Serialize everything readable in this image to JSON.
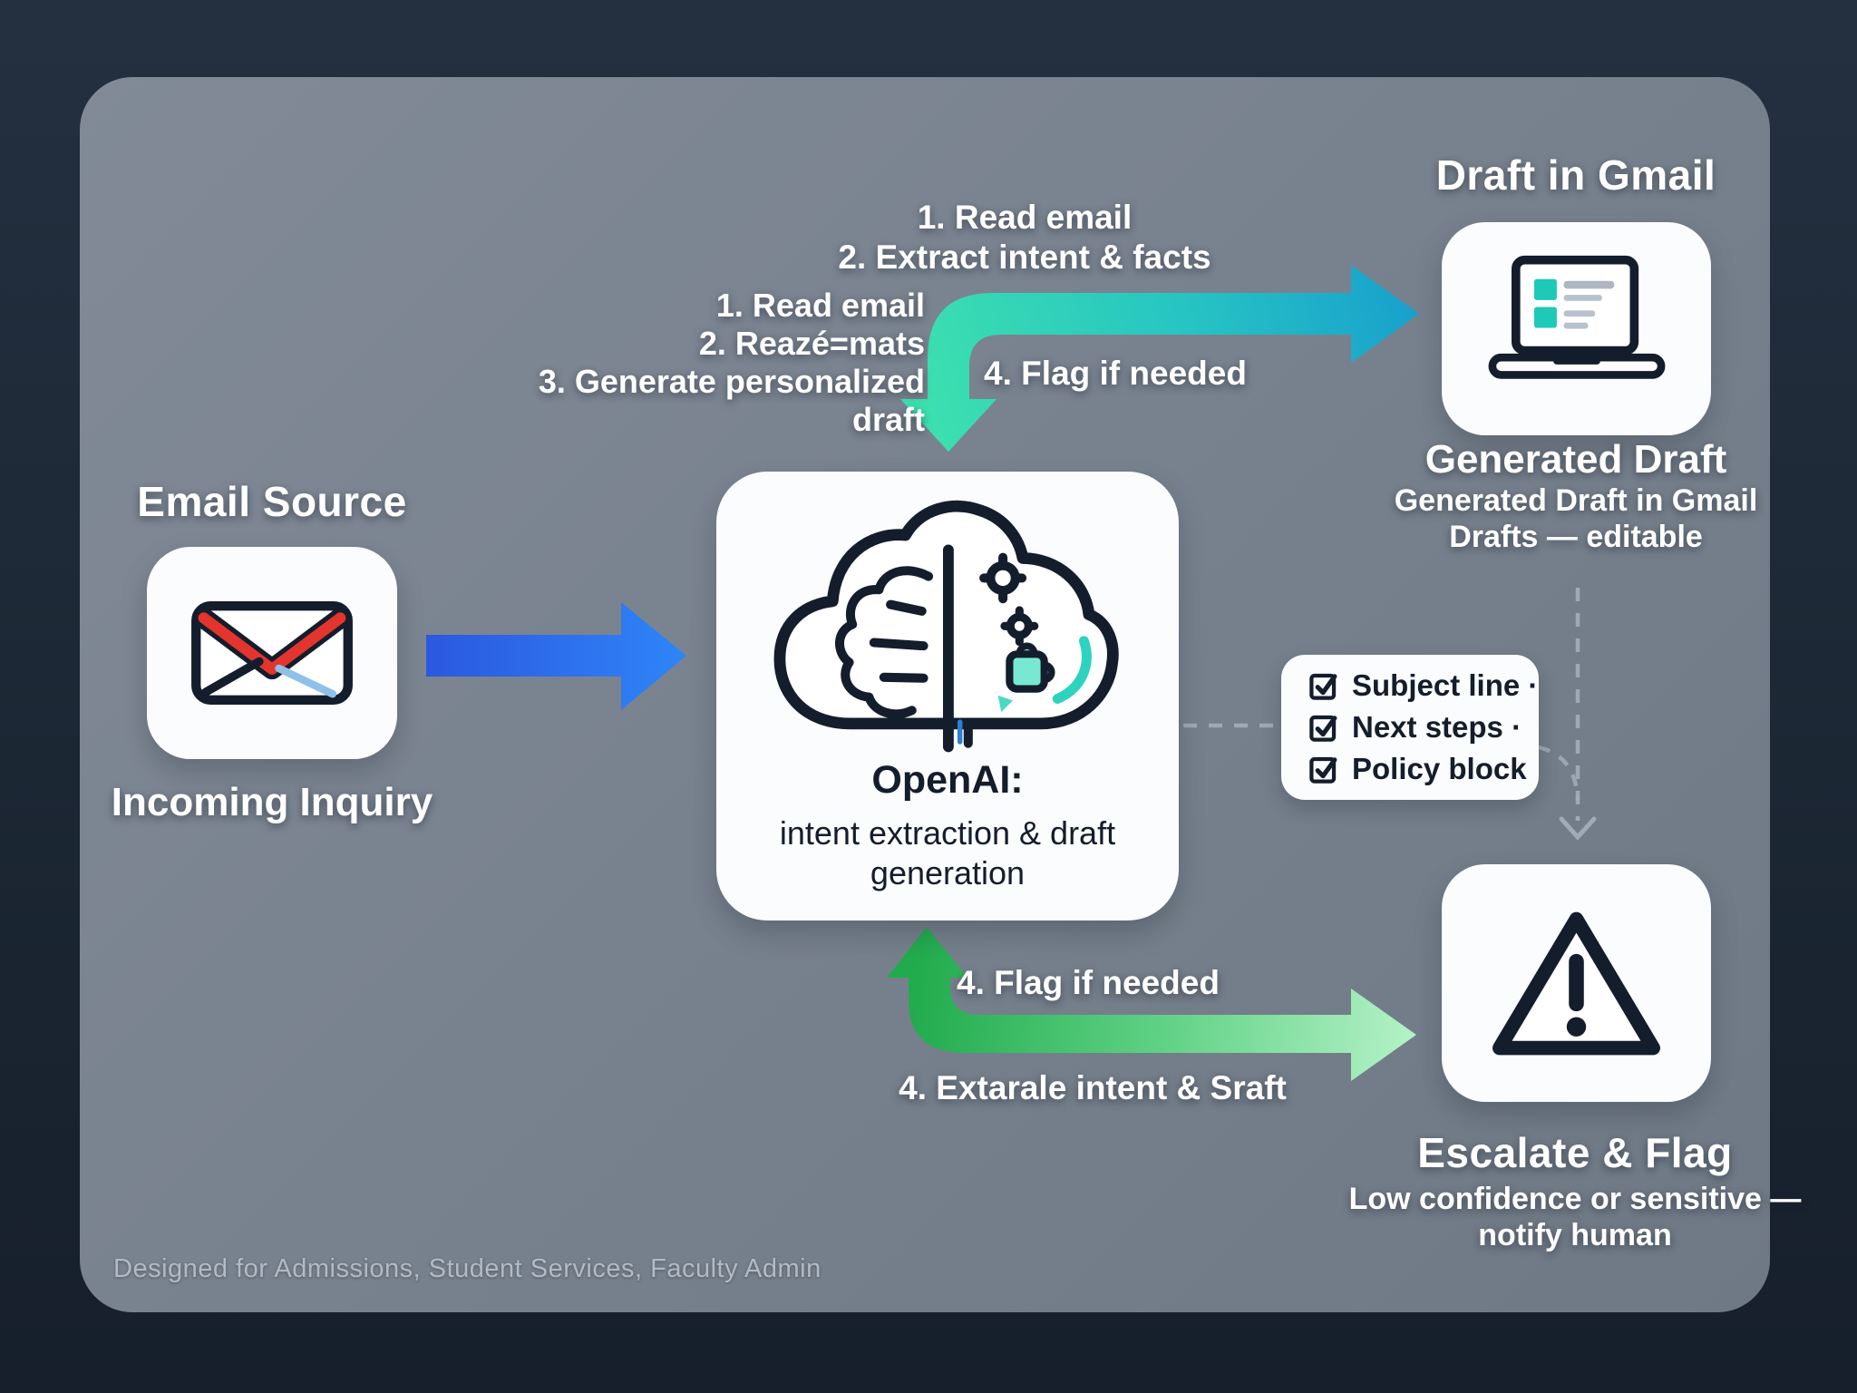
{
  "email_source": {
    "title": "Email Source",
    "caption": "Incoming Inquiry"
  },
  "openai": {
    "title": "OpenAI:",
    "subtitle": "intent extraction & draft generation"
  },
  "gmail": {
    "title": "Draft in Gmail",
    "label": "Generated Draft",
    "caption": "Generated Draft in Gmail Drafts — editable"
  },
  "escalate": {
    "title": "Escalate & Flag",
    "caption": "Low confidence or sensitive — notify human"
  },
  "checklist": {
    "items": [
      "Subject line ·",
      "Next steps ·",
      "Policy block"
    ]
  },
  "steps": {
    "to_gmail_line1": "1. Read email",
    "to_gmail_line2": "2. Extract intent & facts",
    "to_openai_line1": "1. Read email",
    "to_openai_line2": "2. Reazé=mats",
    "to_openai_line3": "3. Generate personalized draft",
    "flag_top": "4. Flag if needed",
    "flag_bottom": "4. Flag if needed",
    "escalate_note": "4. Extarale intent & Sraft"
  },
  "footer": "Designed for Admissions, Student Services, Faculty Admin",
  "colors": {
    "background": "#1c2734",
    "panel": "#78828e",
    "card": "#fbfcfd",
    "ink": "#141d2c",
    "blue_arrow_start": "#2b58e0",
    "blue_arrow_end": "#2f85f8",
    "teal_arrow_start": "#3ee2ad",
    "teal_arrow_end": "#189fcd",
    "green_arrow_start": "#21ab4d",
    "green_arrow_end": "#b5f2c8",
    "red_accent": "#e3342e",
    "teal_accent": "#1ec9b7",
    "dashed": "#a7b0ba"
  }
}
